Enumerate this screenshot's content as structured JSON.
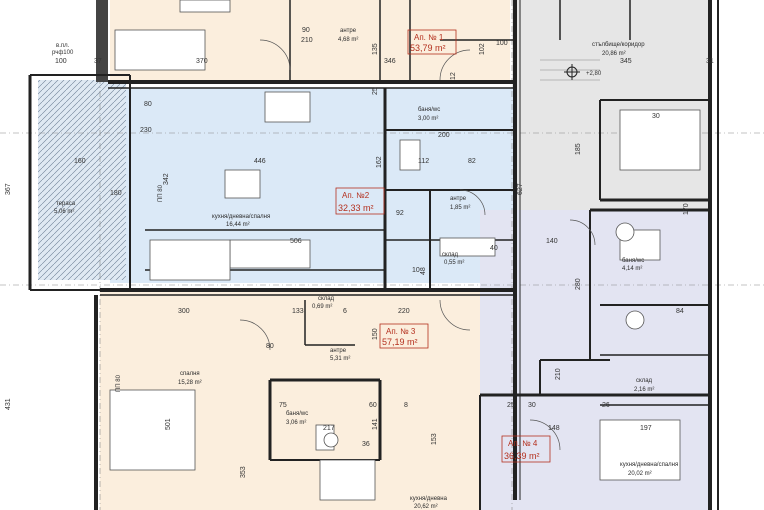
{
  "colors": {
    "apartment_1": "#fbeedd",
    "apartment_2": "#dbe9f7",
    "apartment_3": "#fbeedd",
    "apartment_4": "#e3e4f2",
    "corridor": "#e6e6e6",
    "terrace": "#dfe9f3",
    "wall": "#222222",
    "accent_red": "#b4301e"
  },
  "apartments": [
    {
      "label": "Ап. № 1",
      "area": "53,79 m²"
    },
    {
      "label": "Ап. №2",
      "area": "32,33 m²"
    },
    {
      "label": "Ап. № 3",
      "area": "57,19 m²"
    },
    {
      "label": "Ап. № 4",
      "area": "36,39 m²"
    }
  ],
  "rooms": [
    {
      "name": "антре",
      "area": "4,68 m²"
    },
    {
      "name": "стълбище/коридор",
      "area": "20,86 m²"
    },
    {
      "name": "баня/wc",
      "area": "3,00 m²"
    },
    {
      "name": "тераса",
      "area": "5,06 m²"
    },
    {
      "name": "кухня/дневна/спалня",
      "area": "16,44 m²"
    },
    {
      "name": "антре",
      "area": "1,85 m²"
    },
    {
      "name": "склад",
      "area": "0,55 m²"
    },
    {
      "name": "баня/wc",
      "area": "4,14 m²"
    },
    {
      "name": "склад",
      "area": "0,69 m²"
    },
    {
      "name": "антре",
      "area": "5,31 m²"
    },
    {
      "name": "спалня",
      "area": "15,28 m²"
    },
    {
      "name": "склад",
      "area": "2,16 m²"
    },
    {
      "name": "баня/wc",
      "area": "3,06 m²"
    },
    {
      "name": "кухня/дневна/спалня",
      "area": "20,02 m²"
    },
    {
      "name": "кухня/дневна",
      "area": "20,62 m²"
    }
  ],
  "level_mark": "+2,80",
  "side_dims": [
    "367",
    "431"
  ],
  "annotations": [
    "в.пл.",
    "рчф100",
    "ПП 80",
    "ПП 80"
  ],
  "dims": [
    "100",
    "37",
    "370",
    "346",
    "345",
    "31",
    "90",
    "210",
    "135",
    "25",
    "12",
    "102",
    "100",
    "80",
    "230",
    "446",
    "200",
    "160",
    "162",
    "112",
    "82",
    "342",
    "180",
    "627",
    "185",
    "92",
    "506",
    "140",
    "30",
    "10",
    "48",
    "300",
    "220",
    "133",
    "6",
    "80",
    "150",
    "280",
    "75",
    "217",
    "60",
    "141",
    "36",
    "353",
    "501",
    "153",
    "148",
    "197",
    "25",
    "210",
    "30",
    "26",
    "8",
    "40",
    "84",
    "170"
  ]
}
